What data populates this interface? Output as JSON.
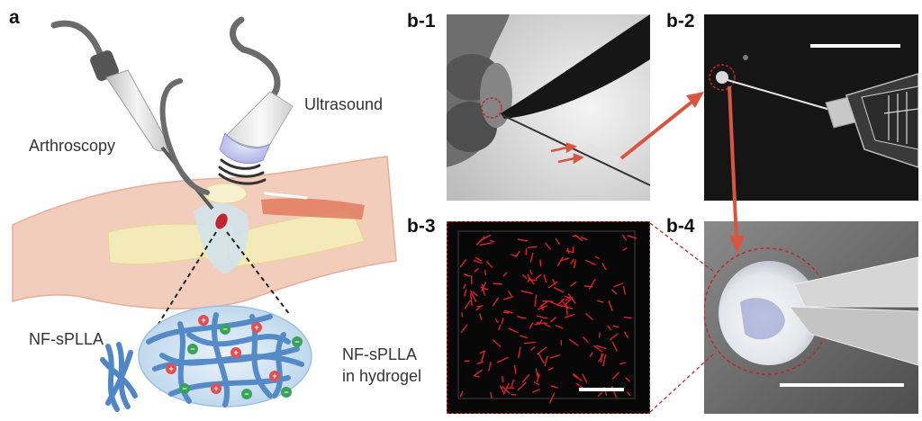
{
  "panels": {
    "a": "a",
    "b1": "b-1",
    "b2": "b-2",
    "b3": "b-3",
    "b4": "b-4"
  },
  "labels": {
    "arthroscopy": "Arthroscopy",
    "ultrasound": "Ultrasound",
    "nf_splla": "NF-sPLLA",
    "nf_splla_hydrogel_line1": "NF-sPLLA",
    "nf_splla_hydrogel_line2": "in hydrogel"
  },
  "colors": {
    "skin": "#f3cdbb",
    "skin_dark": "#e6ad98",
    "bone": "#f4e9b8",
    "cartilage": "#cfe3ef",
    "fiber": "#4f86c6",
    "arrow": "#d9553f",
    "dashed_red": "#c0262d",
    "probe_gray": "#6b6b6b",
    "ultrasound_head": "#c9cdf0"
  },
  "icons": {
    "flow_arrow_1": "arrow-right-up-icon",
    "flow_arrow_2": "arrow-down-icon"
  }
}
